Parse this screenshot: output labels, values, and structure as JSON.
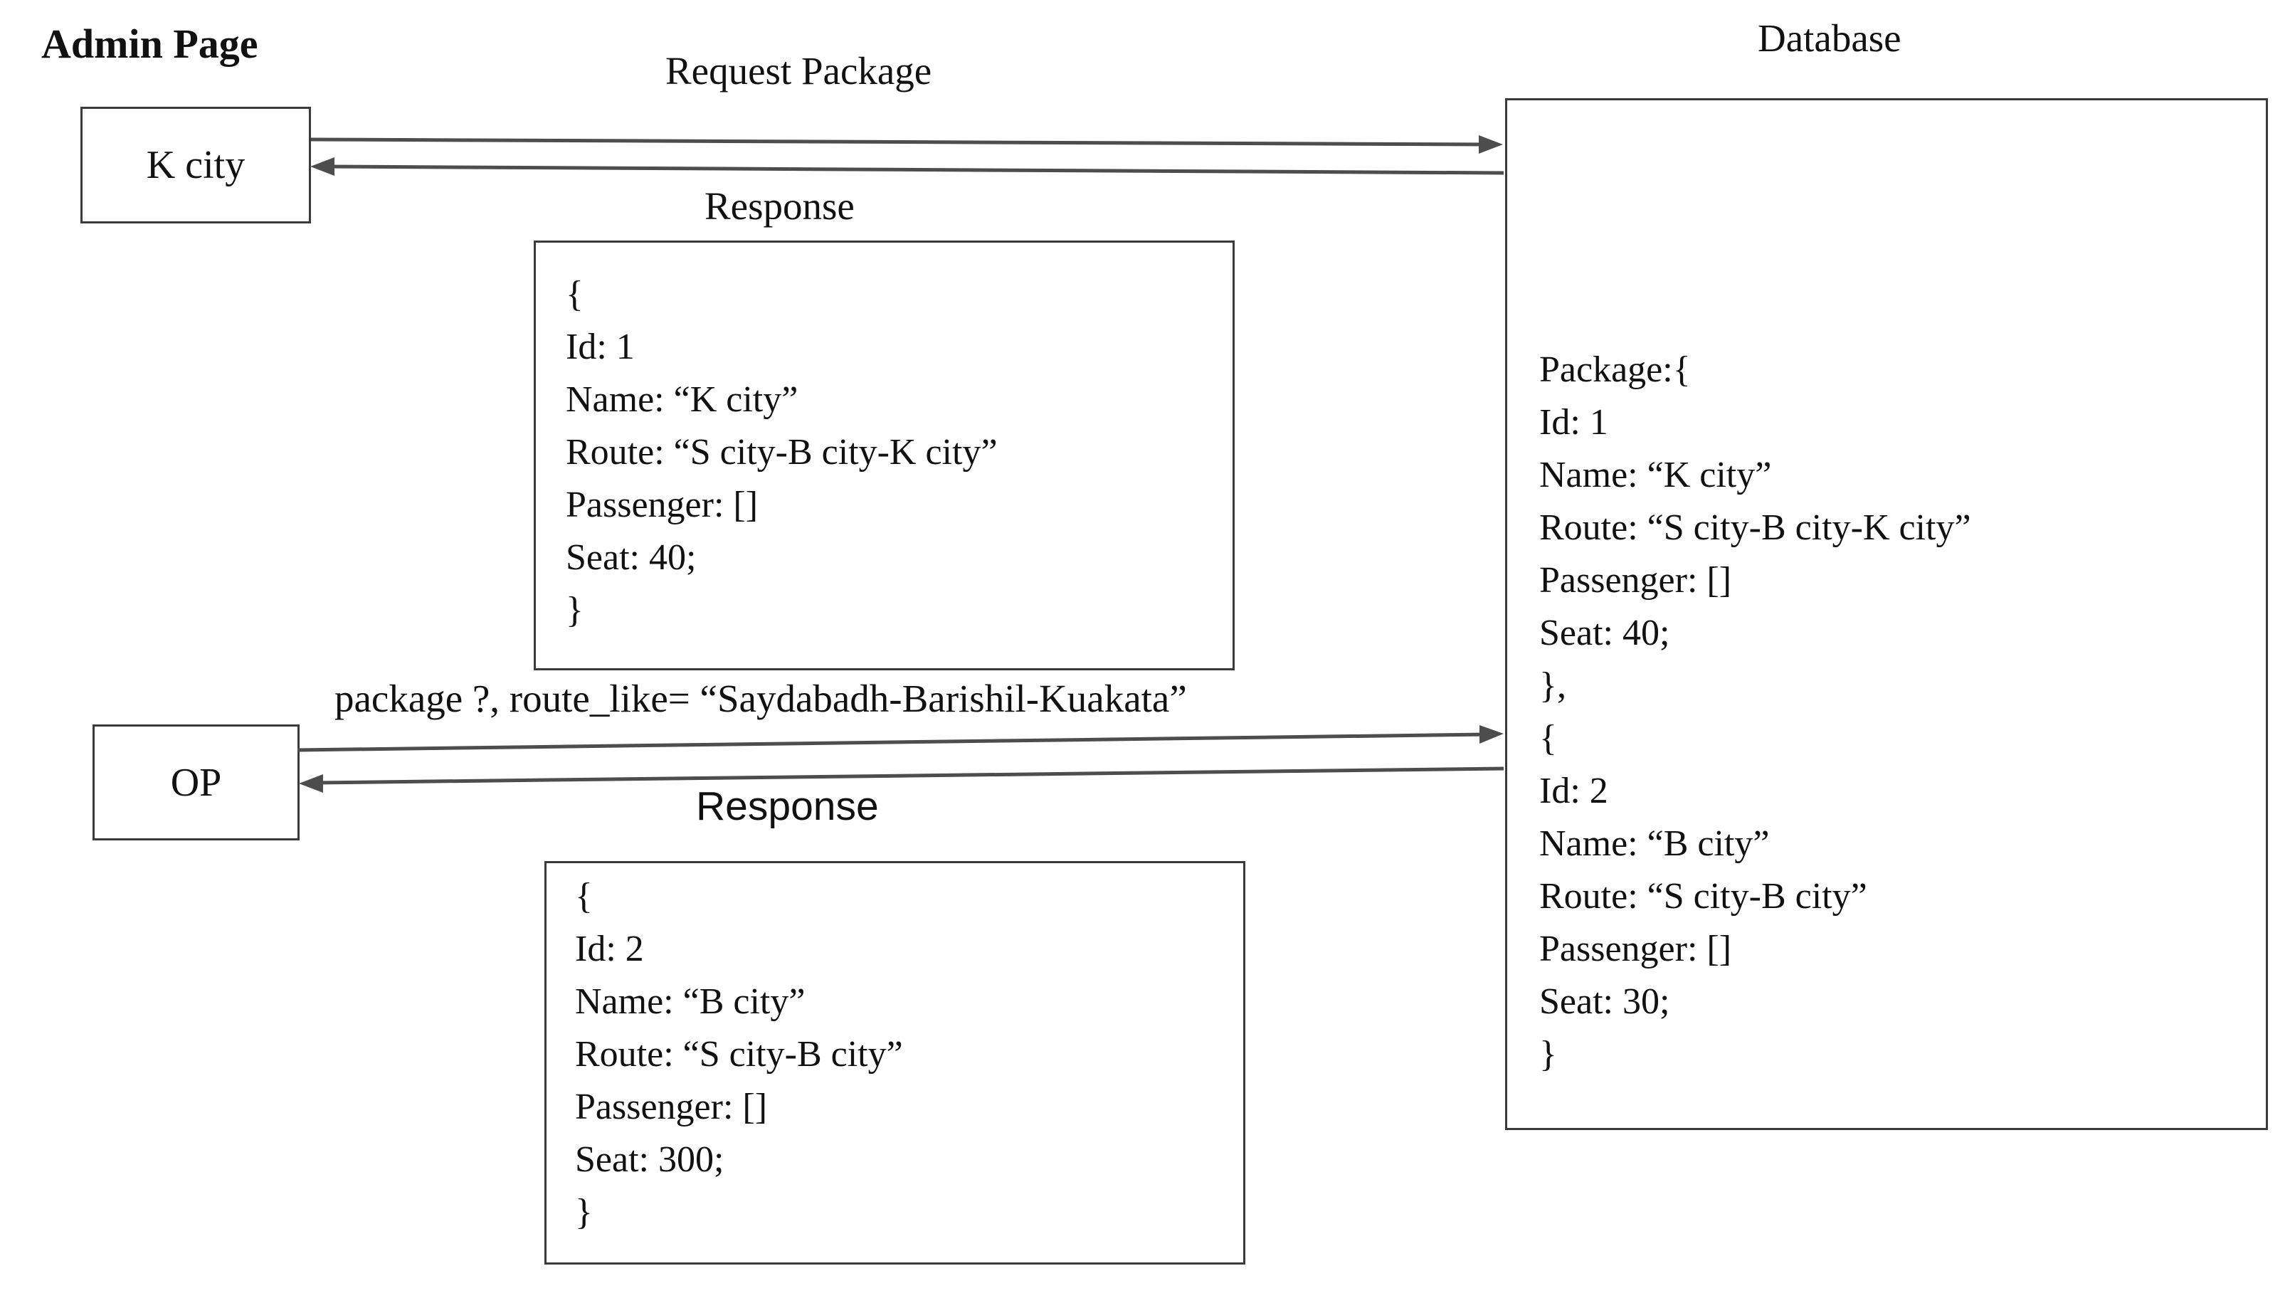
{
  "admin_section": {
    "title": "Admin Page"
  },
  "database_section": {
    "title": "Database",
    "lines": [
      "Package:{",
      "Id: 1",
      "Name: “K city”",
      "Route: “S city-B city-K city”",
      "Passenger: []",
      "Seat: 40;",
      "},",
      "{",
      "Id: 2",
      "Name: “B city”",
      "Route: “S city-B city”",
      "Passenger: []",
      "Seat: 30;",
      "}"
    ]
  },
  "nodes": {
    "k_city": "K city",
    "op": "OP"
  },
  "messages": {
    "request_package": "Request Package",
    "response_1": "Response",
    "query": "package ?, route_like= “Saydabadh-Barishil-Kuakata”",
    "response_2": "Response"
  },
  "response_box_1": {
    "lines": [
      "{",
      "Id: 1",
      "Name: “K city”",
      "Route: “S city-B city-K city”",
      "Passenger: []",
      "Seat: 40;",
      "}"
    ]
  },
  "response_box_2": {
    "lines": [
      "{",
      "Id: 2",
      "Name: “B city”",
      "Route: “S city-B city”",
      "Passenger: []",
      "Seat: 300;",
      "}"
    ]
  },
  "colors": {
    "line": "#4d4d4d",
    "border": "#3a3a3a",
    "text": "#111111"
  }
}
